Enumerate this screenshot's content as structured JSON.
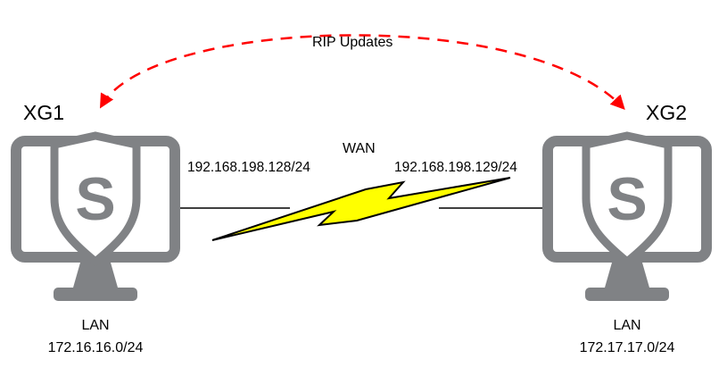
{
  "rip_arrow": {
    "label": "RIP Updates"
  },
  "wan": {
    "label": "WAN"
  },
  "devices": {
    "left": {
      "name": "XG1",
      "wan_ip": "192.168.198.128/24",
      "lan": {
        "label": "LAN",
        "subnet": "172.16.16.0/24"
      }
    },
    "right": {
      "name": "XG2",
      "wan_ip": "192.168.198.129/24",
      "lan": {
        "label": "LAN",
        "subnet": "172.17.17.0/24"
      }
    }
  },
  "logo": {
    "letter": "S"
  },
  "colors": {
    "device_gray": "#808285",
    "arrow_red": "#FF0000",
    "bolt_yellow": "#FFFF00",
    "bolt_outline": "#000000",
    "line_black": "#000000",
    "shield_fill": "#FFFFFF",
    "text": "#000000"
  },
  "icons": {
    "firewall": "sophos-firewall-monitor-shield-icon",
    "wan_link": "lightning-bolt-icon",
    "rip": "curved-dashed-double-arrow-icon"
  }
}
